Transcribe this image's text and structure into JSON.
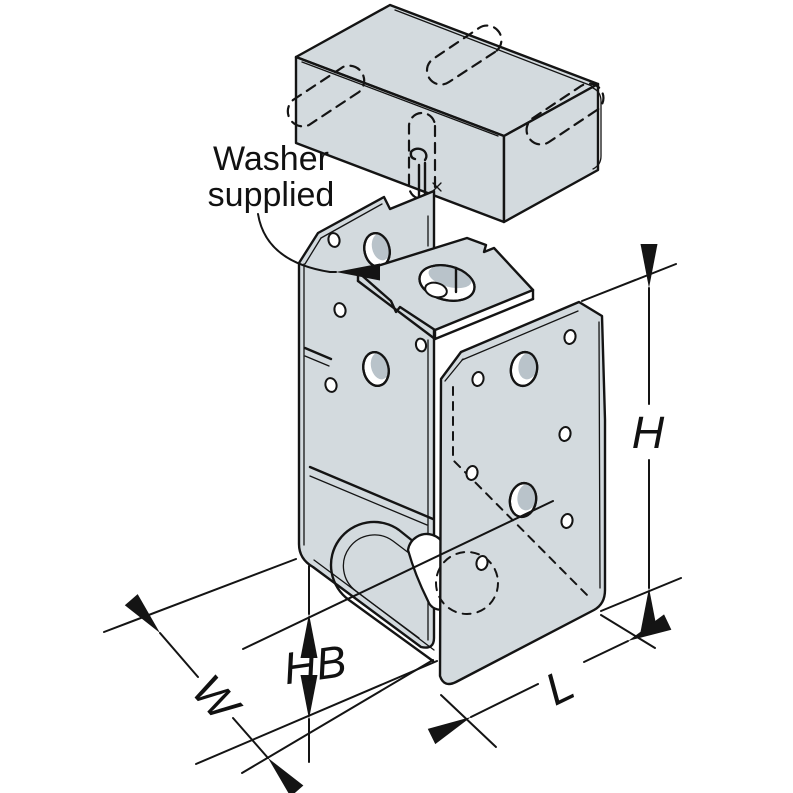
{
  "drawing": {
    "kind": "isometric technical illustration of a metal post base connector",
    "note": {
      "line1": "Washer",
      "line2": "supplied"
    },
    "dimensions": {
      "height_label": "H",
      "standoff_label": "HB",
      "width_label": "W",
      "length_label": "L"
    },
    "colors": {
      "metal": "#d3dade",
      "metal_shadow": "#b9c3ca",
      "line": "#141414",
      "background": "#ffffff",
      "text": "#111111"
    }
  }
}
